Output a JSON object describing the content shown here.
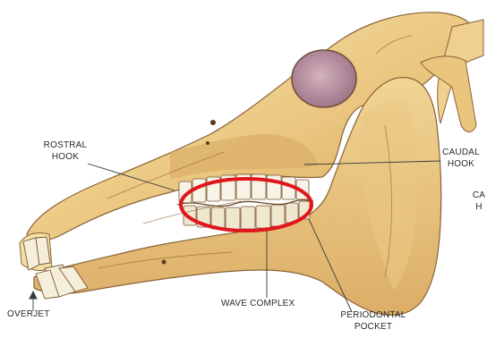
{
  "labels": {
    "rostral_hook": [
      "ROSTRAL",
      "HOOK"
    ],
    "caudal_hook": [
      "CAUDAL",
      "HOOK"
    ],
    "cropped_label": [
      "CA",
      "H"
    ],
    "overjet": "OVERJET",
    "wave_complex": "WAVE COMPLEX",
    "periodontal_pocket": [
      "PERIODONTAL",
      "POCKET"
    ]
  },
  "colors": {
    "bone_light": "#f3dca0",
    "bone_mid": "#e6c077",
    "bone_shadow": "#c9974e",
    "eye_socket": "#b98fa0",
    "teeth": "#f7f3e6",
    "outline": "#7a5630",
    "leader": "#3a3a3a",
    "highlight_ring": "#e0161c"
  }
}
